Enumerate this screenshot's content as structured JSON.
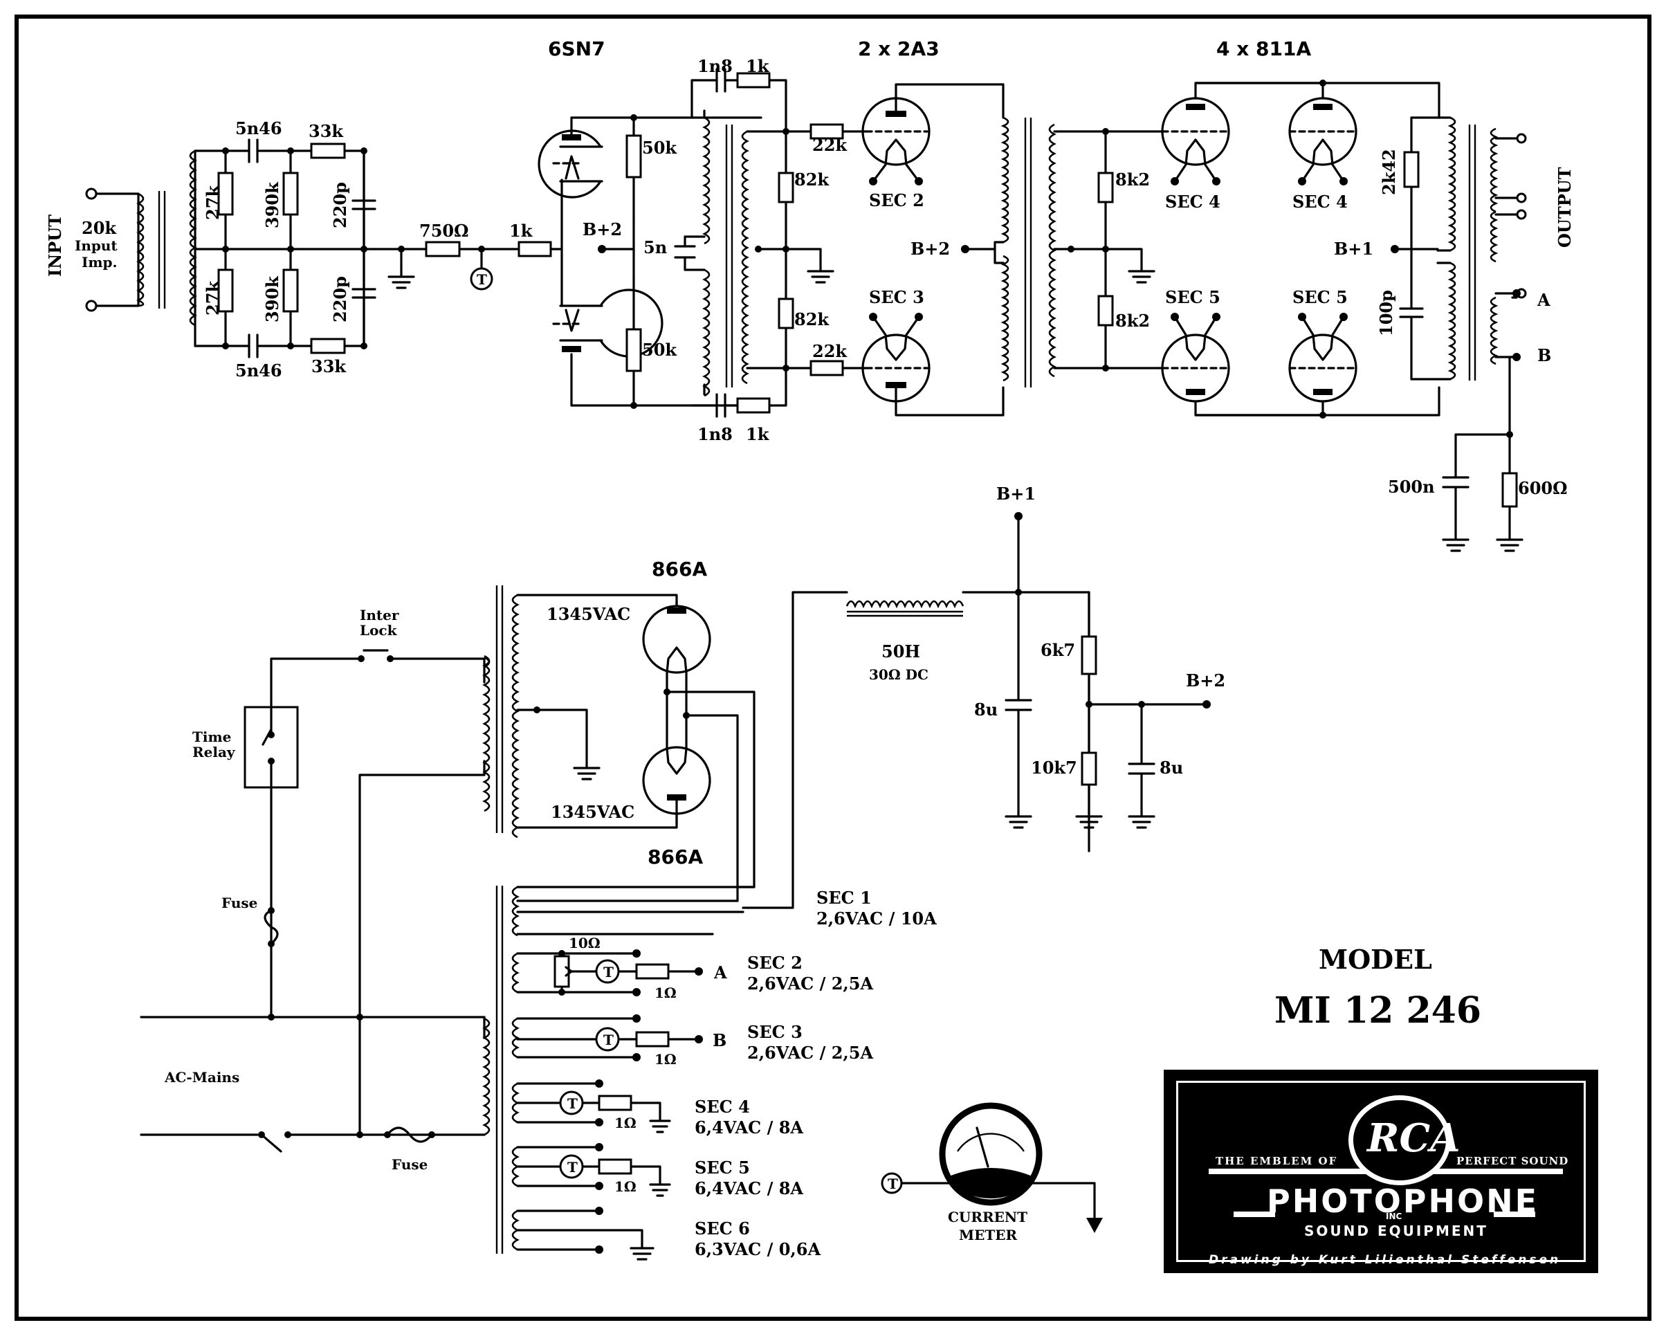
{
  "diagram": {
    "type": "tube amplifier schematic",
    "headings": {
      "driver_tube": "6SN7",
      "driver_output": "2 x 2A3",
      "output_tubes": "4 x 811A",
      "rectifier_top": "866A",
      "rectifier_bottom": "866A"
    },
    "input": {
      "label": "INPUT",
      "imp1": "20k",
      "imp2": "Input",
      "imp3": "Imp."
    },
    "output": {
      "label": "OUTPUT",
      "tap_a": "A",
      "tap_b": "B"
    },
    "components": {
      "c_in_top": "5n46",
      "c_in_bot": "5n46",
      "r_in_top": "33k",
      "r_in_bot": "33k",
      "r27_top": "27k",
      "r27_bot": "27k",
      "r390_top": "390k",
      "r390_bot": "390k",
      "c220_top": "220p",
      "c220_bot": "220p",
      "r750": "750Ω",
      "r1k_grid": "1k",
      "r50_top": "50k",
      "r50_bot": "50k",
      "c5n": "5n",
      "c1n8_top": "1n8",
      "c1n8_bot": "1n8",
      "r1k_top": "1k",
      "r1k_bot": "1k",
      "r82_top": "82k",
      "r82_bot": "82k",
      "r22_top": "22k",
      "r22_bot": "22k",
      "r8k2_top": "8k2",
      "r8k2_bot": "8k2",
      "r2k42": "2k42",
      "c100p": "100p",
      "c500n": "500n",
      "r600": "600Ω",
      "choke": "50H",
      "choke_dc": "30Ω  DC",
      "c8u_a": "8u",
      "c8u_b": "8u",
      "r6k7": "6k7",
      "r10k7": "10k7",
      "r10ohm": "10Ω",
      "r1ohm_a": "1Ω",
      "r1ohm_b": "1Ω",
      "r1ohm_c": "1Ω",
      "r1ohm_d": "1Ω",
      "hv_top": "1345VAC",
      "hv_bot": "1345VAC"
    },
    "nodes": {
      "bplus2_driver": "B+2",
      "bplus2_2a3": "B+2",
      "bplus1_out": "B+1",
      "bplus1_supply": "B+1",
      "bplus2_supply": "B+2",
      "sec2": "SEC 2",
      "sec3": "SEC 3",
      "sec4a": "SEC 4",
      "sec4b": "SEC 4",
      "sec5a": "SEC 5",
      "sec5b": "SEC 5",
      "test_point": "T",
      "heater_a": "A",
      "heater_b": "B"
    },
    "power": {
      "interlock1": "Inter",
      "interlock2": "Lock",
      "relay1": "Time",
      "relay2": "Relay",
      "fuse1": "Fuse",
      "fuse2": "Fuse",
      "mains": "AC-Mains",
      "meter1": "CURRENT",
      "meter2": "METER"
    },
    "secondaries": [
      {
        "name": "SEC 1",
        "rating": "2,6VAC / 10A"
      },
      {
        "name": "SEC 2",
        "rating": "2,6VAC / 2,5A"
      },
      {
        "name": "SEC 3",
        "rating": "2,6VAC / 2,5A"
      },
      {
        "name": "SEC 4",
        "rating": "6,4VAC / 8A"
      },
      {
        "name": "SEC 5",
        "rating": "6,4VAC / 8A"
      },
      {
        "name": "SEC 6",
        "rating": "6,3VAC / 0,6A"
      }
    ],
    "model": {
      "label": "MODEL",
      "number": "MI 12 246"
    },
    "logo": {
      "rca": "RCA",
      "emblem_left": "THE EMBLEM  OF",
      "emblem_right": "PERFECT SOUND",
      "brand": "PHOTOPHONE",
      "inc": "INC",
      "sub": "SOUND EQUIPMENT",
      "credit": "Drawing by Kurt Lilienthal Steffensen"
    }
  }
}
